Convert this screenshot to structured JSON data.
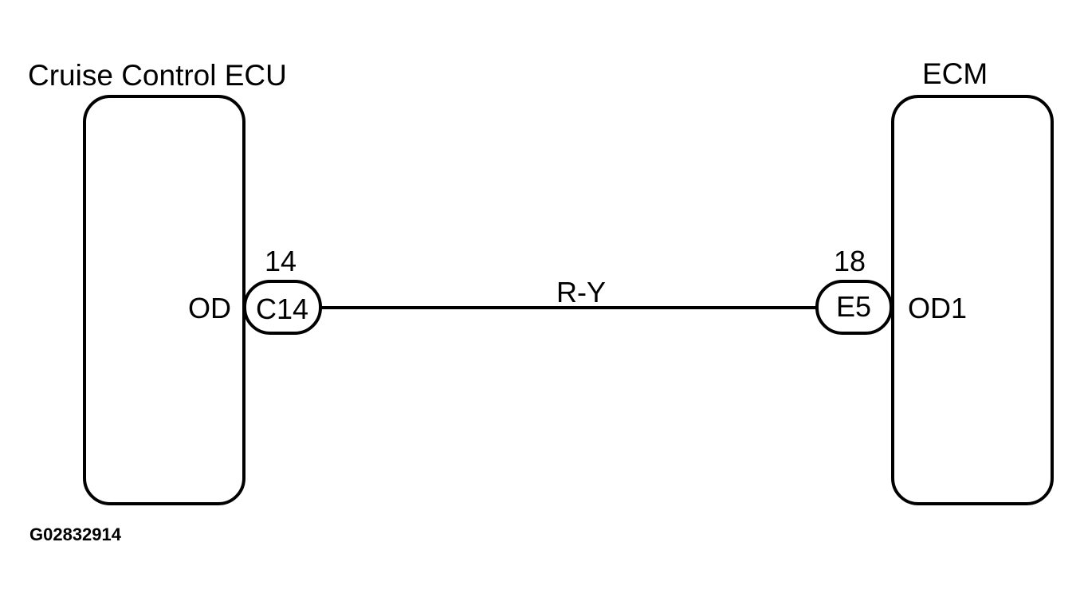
{
  "components": {
    "left": {
      "name": "Cruise Control ECU",
      "terminal": "OD"
    },
    "right": {
      "name": "ECM",
      "terminal": "OD1"
    }
  },
  "connectors": {
    "left": {
      "code": "C14",
      "pin": "14"
    },
    "right": {
      "code": "E5",
      "pin": "18"
    }
  },
  "wire": {
    "color_code": "R-Y"
  },
  "figure_id": "G02832914",
  "colors": {
    "line": "#000000",
    "background": "#ffffff"
  }
}
